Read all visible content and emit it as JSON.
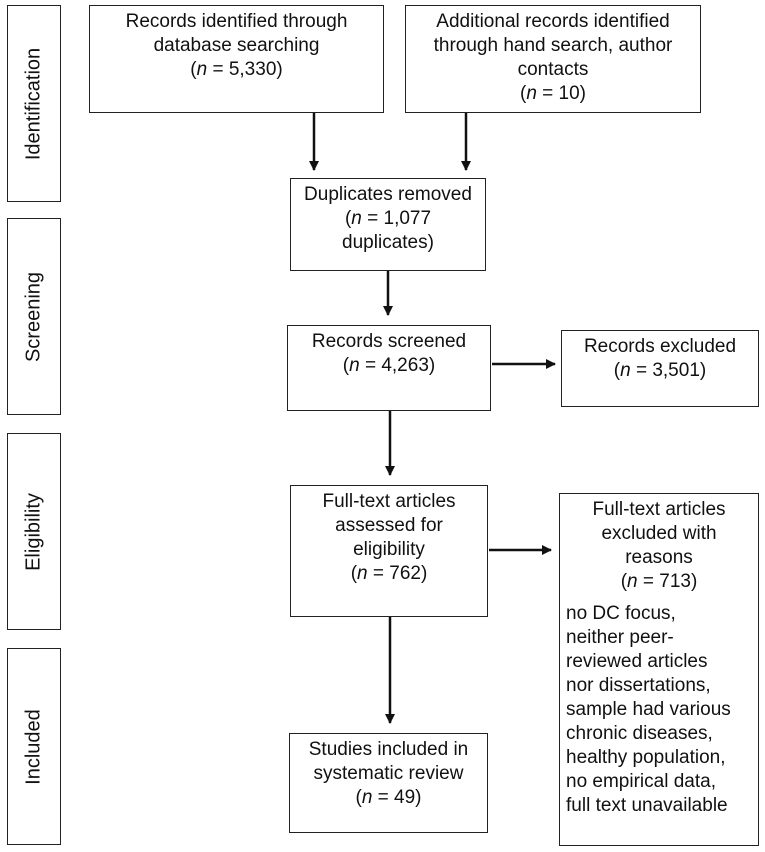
{
  "stages": [
    {
      "label": "Identification"
    },
    {
      "label": "Screening"
    },
    {
      "label": "Eligibility"
    },
    {
      "label": "Included"
    }
  ],
  "boxes": {
    "database": {
      "lines": [
        "Records identified through",
        "database searching"
      ],
      "n_var": "n",
      "n_text": " = 5,330)"
    },
    "additional": {
      "lines": [
        "Additional records identified",
        "through hand search, author",
        "contacts"
      ],
      "n_var": "n",
      "n_text": " = 10)"
    },
    "duplicates": {
      "lines": [
        "Duplicates removed"
      ],
      "n_var": "n",
      "n_text": " = 1,077",
      "extra": "duplicates)"
    },
    "screened": {
      "lines": [
        "Records screened"
      ],
      "n_var": "n",
      "n_text": " = 4,263)"
    },
    "excluded": {
      "lines": [
        "Records excluded"
      ],
      "n_var": "n",
      "n_text": " = 3,501)"
    },
    "fulltext": {
      "lines": [
        "Full-text articles",
        "assessed for",
        "eligibility"
      ],
      "n_var": "n",
      "n_text": " = 762)"
    },
    "fulltext_excluded": {
      "lines": [
        "Full-text articles",
        "excluded with",
        "reasons"
      ],
      "n_var": "n",
      "n_text": " = 713)",
      "reasons": [
        "no DC focus,",
        "neither peer-",
        "reviewed articles",
        "nor dissertations,",
        "sample had various",
        "chronic diseases,",
        "healthy population,",
        "no empirical data,",
        "full text unavailable"
      ]
    },
    "included": {
      "lines": [
        "Studies included in",
        "systematic review"
      ],
      "n_var": "n",
      "n_text": " = 49)"
    }
  }
}
